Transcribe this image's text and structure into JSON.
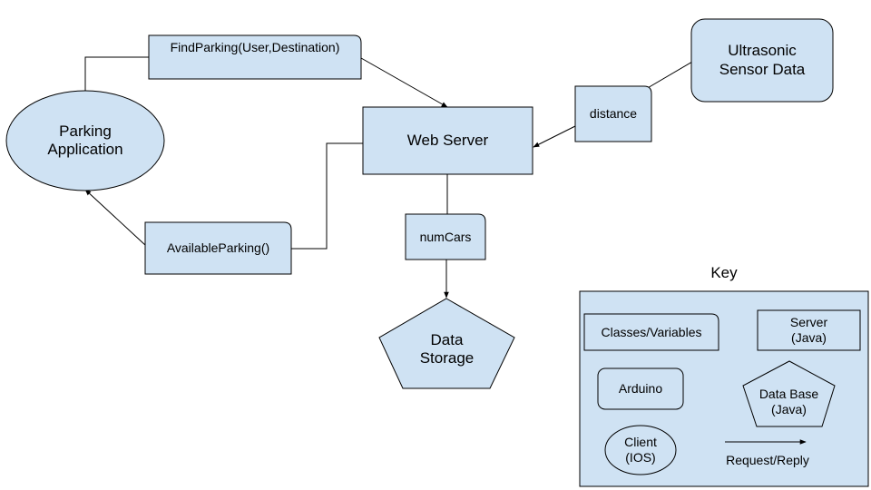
{
  "nodes": {
    "parking_app": "Parking\nApplication",
    "find_parking": "FindParking(User,Destination)",
    "web_server": "Web Server",
    "ultrasonic": "Ultrasonic\nSensor Data",
    "distance": "distance",
    "available_parking": "AvailableParking()",
    "num_cars": "numCars",
    "data_storage": "Data\nStorage"
  },
  "key": {
    "title": "Key",
    "classes_variables": "Classes/Variables",
    "server": "Server\n(Java)",
    "arduino": "Arduino",
    "data_base": "Data Base\n(Java)",
    "client": "Client\n(IOS)",
    "request_reply": "Request/Reply"
  },
  "colors": {
    "fill": "#cfe2f3",
    "stroke": "#000000"
  }
}
